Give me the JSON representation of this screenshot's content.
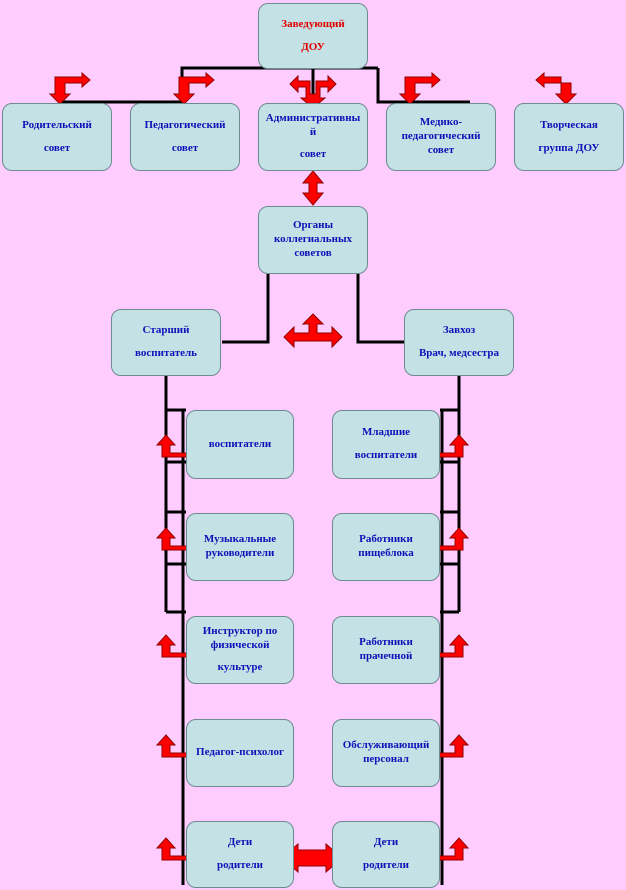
{
  "colors": {
    "background": "#ffccff",
    "box_fill": "#c4e2e6",
    "box_text": "#1010b8",
    "head_text": "#e00000",
    "connector": "#000000",
    "arrow_fill": "#ff0000"
  },
  "head": {
    "line1": "Заведующий",
    "line2": "ДОУ"
  },
  "councils": [
    {
      "line1": "Родительский",
      "line2": "совет"
    },
    {
      "line1": "Педагогический",
      "line2": "совет"
    },
    {
      "line1": "Административны",
      "line2": "й",
      "line3": "совет"
    },
    {
      "line1": "Медико-",
      "line2": "педагогический",
      "line3": "совет"
    },
    {
      "line1": "Творческая",
      "line2": "группа ДОУ"
    }
  ],
  "organs": {
    "line1": "Органы",
    "line2": "коллегиальных",
    "line3": "советов"
  },
  "senior": {
    "line1": "Старший",
    "line2": "воспитатель"
  },
  "supply": {
    "line1": "Завхоз",
    "line2": "Врач, медсестра"
  },
  "left_column": [
    {
      "line1": "воспитатели"
    },
    {
      "line1": "Музыкальные",
      "line2": "руководители"
    },
    {
      "line1": "Инструктор по",
      "line2": "физической",
      "line3": "культуре"
    },
    {
      "line1": "Педагог-психолог"
    },
    {
      "line1": "Дети",
      "line2": "родители"
    }
  ],
  "right_column": [
    {
      "line1": "Младшие",
      "line2": "воспитатели"
    },
    {
      "line1": "Работники",
      "line2": "пищеблока"
    },
    {
      "line1": "Работники",
      "line2": "прачечной"
    },
    {
      "line1": "Обслуживающий",
      "line2": "персонал"
    },
    {
      "line1": "Дети",
      "line2": "родители"
    }
  ]
}
